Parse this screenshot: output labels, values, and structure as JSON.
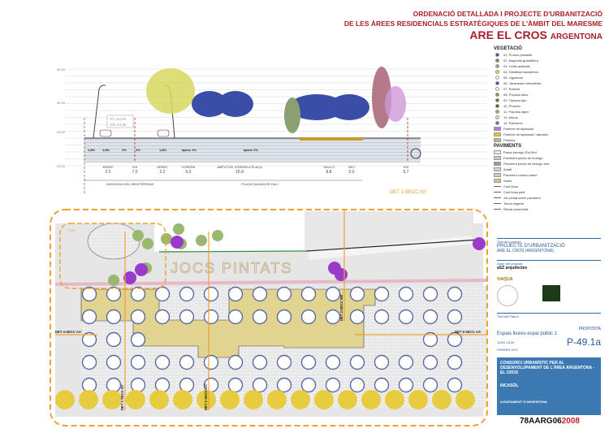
{
  "header": {
    "line1": "ORDENACIÓ DETALLADA I PROJECTE D'URBANITZACIÓ",
    "line2": "DE LES ÀREES RESIDENCIALS ESTRATÈGIQUES DE L'ÀMBIT DEL MARESME",
    "line3_main": "ARE EL CROS",
    "line3_sub": "ARGENTONA"
  },
  "section": {
    "levels": [
      "30.00",
      "30.00",
      "25.00",
      "20.00"
    ],
    "cota": [
      "OT=24,60",
      "OR=24,58"
    ],
    "slopes": [
      "1,8%",
      "1,8%",
      "2%",
      "2%",
      "1,8%",
      "aprox 1%",
      "aprox 1%"
    ],
    "dims": [
      {
        "l": "APARC",
        "v": "2.2"
      },
      {
        "l": "VIA",
        "v": "7.0"
      },
      {
        "l": "APARC",
        "v": "2.2"
      },
      {
        "l": "VORERA",
        "v": "5.0"
      },
      {
        "l": "AMPLITUD VORERA A PLAÇA",
        "v": "15.0"
      },
      {
        "l": "SAULÓ",
        "v": "9.8"
      },
      {
        "l": "BICI",
        "v": "2.0"
      },
      {
        "l": "VIA",
        "v": "5.7"
      }
    ],
    "streets": [
      "AVINGUDA DEL MEDITERRANI",
      "PLAÇA SALVADOR DALÍ"
    ],
    "tag": "DET 1-SECC 00'"
  },
  "plan": {
    "area_label": "P-53",
    "play_text": "JOCS PINTATS",
    "det4": "DET 4-SECC AA'",
    "det5": "DET 5-SECC AA'",
    "det1": "DET 1-SECC 00'",
    "det2": "DET 2-SECC CC'",
    "det3": "DET 3-SECC BB'"
  },
  "legend": {
    "veg_title": "VEGETACIÓ",
    "veg": [
      {
        "t": "01. Prunus pissardii",
        "c": "#6a3aa8"
      },
      {
        "t": "02. Magnolia grandiflora",
        "c": "#6f8a3a"
      },
      {
        "t": "03. Celtis australis",
        "c": "#9aa888"
      },
      {
        "t": "04. Gleditsia triacanthos",
        "c": "#e8d84a"
      },
      {
        "t": "05. Ligustrum",
        "c": "#ffffff"
      },
      {
        "t": "06. Jacaranda mimosifolia",
        "c": "#3a4ea8"
      },
      {
        "t": "07. Robinia",
        "c": "#ffffff"
      },
      {
        "t": "08. Populus alba",
        "c": "#7a9a3a"
      },
      {
        "t": "09. Tipuana tipu",
        "c": "#5a7a2a"
      },
      {
        "t": "10. Phoenix",
        "c": "#445533"
      },
      {
        "t": "11. Populus nigra",
        "c": "#9ab84a"
      },
      {
        "t": "12. Morus",
        "c": "#dddddd"
      },
      {
        "t": "13. Palmeres",
        "c": "#5a6aa8"
      }
    ],
    "beds": [
      {
        "t": "Parterre de tapissant",
        "c": "#b57ad8"
      },
      {
        "t": "Parterre de tapissant / arbustiu",
        "c": "#e8c030"
      },
      {
        "t": "Pradera",
        "c": "#b8b888"
      }
    ],
    "pav_title": "PAVIMENTS",
    "pav": [
      {
        "t": "Panot formigó 20x20x4",
        "c": "#e8e8e8"
      },
      {
        "t": "Paviment peces de formigó",
        "c": "#c8c8c8"
      },
      {
        "t": "Paviment peces de formigó fosc",
        "c": "#9a9a9a"
      },
      {
        "t": "Asfalt",
        "c": "#d0d4e0"
      },
      {
        "t": "Paviment continu sauló",
        "c": "#e8c0c8"
      },
      {
        "t": "Sauló",
        "c": "#dcc870"
      }
    ],
    "lines": [
      "Cant llosa",
      "Cant llosa petit",
      "Joc pintat sobre paviment",
      "Tanca vegetal",
      "Reixat perimetral"
    ]
  },
  "titleblock": {
    "project_lbl": "Títol del projecte",
    "project": "PROJECTE D'URBANITZACIÓ",
    "project2": "ARE EL CROS (ARGENTONA)",
    "author_lbl": "Autor del projecte",
    "author1": "aSZ arquitectes",
    "author2": "VIAQUA",
    "plan_lbl": "Títol del Plànol",
    "proposal": "PROPOSTA",
    "plan_name": "Espais lliures-espai públic 1",
    "scale": "1/200 1/100",
    "sheet": "P-49.1a",
    "date": "FEBRER 2011",
    "client": "CONSORCI URBANÍSTIC PER AL DESENVOLUPAMENT DE L'ÀREA ARGENTONA - EL CROS",
    "incasol": "INCASÒL",
    "ajuntament": "AJUNTAMENT D'ARGENTONA"
  },
  "code": {
    "main": "78AARG06",
    "year": "2008"
  }
}
